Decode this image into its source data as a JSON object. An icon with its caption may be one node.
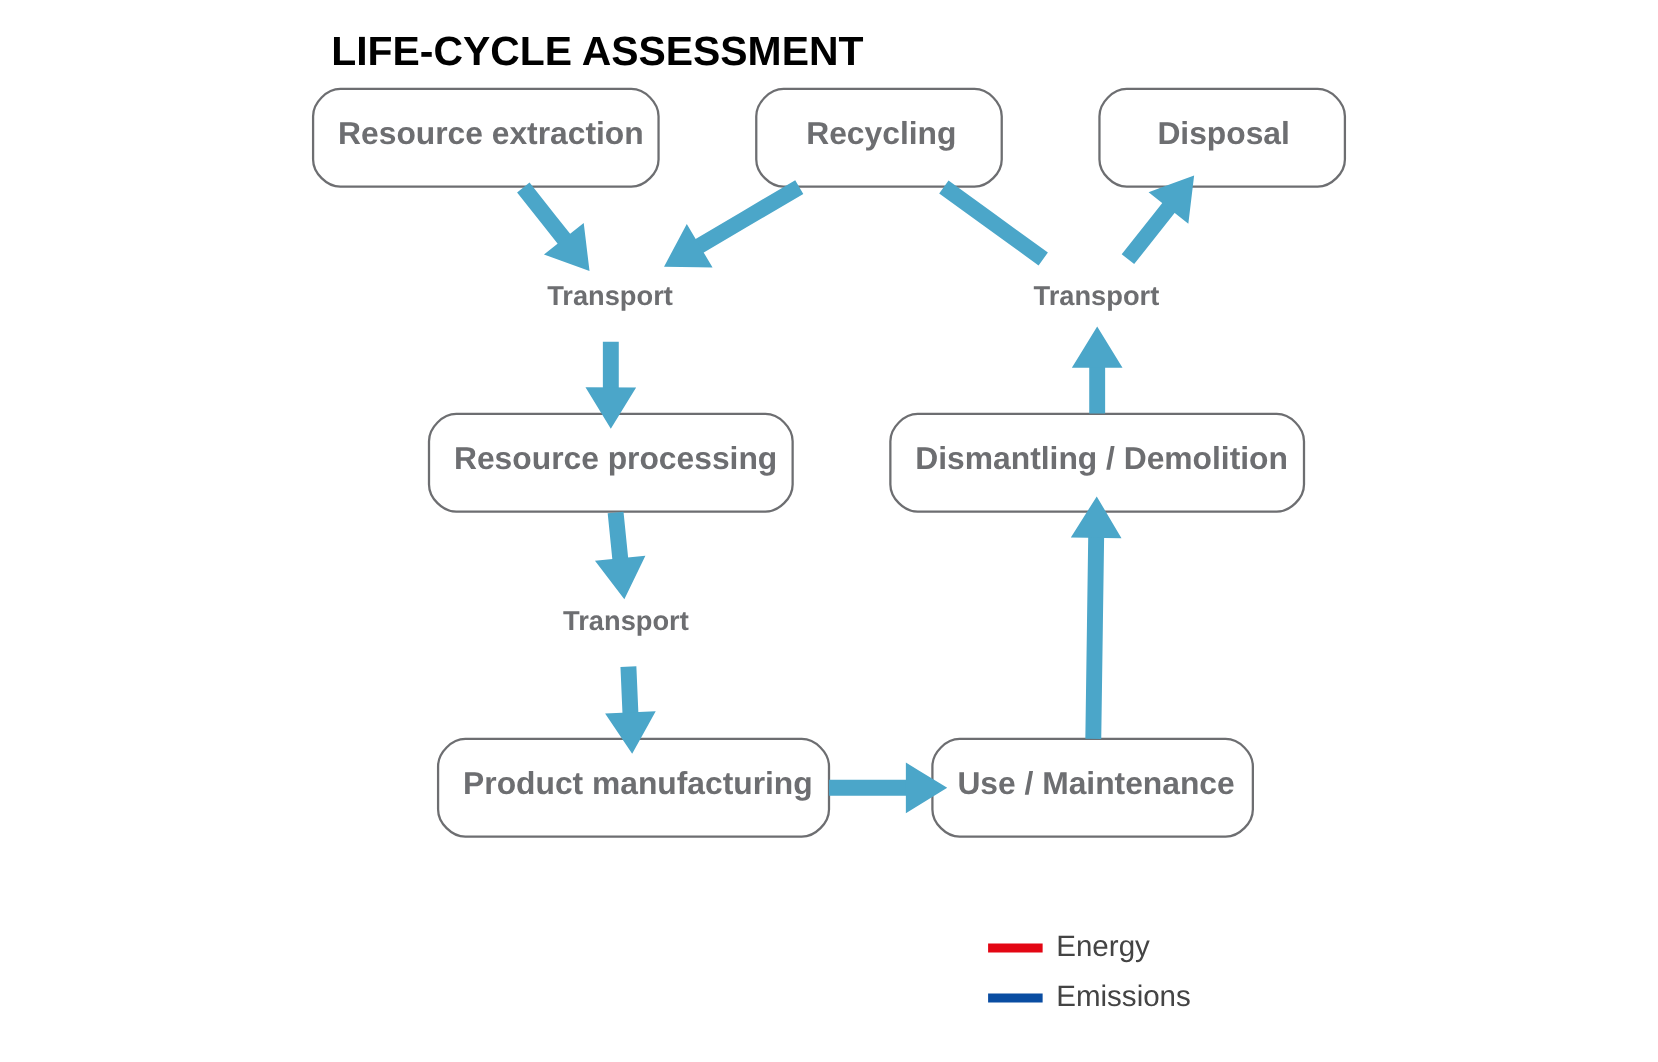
{
  "diagram": {
    "title": "LIFE-CYCLE ASSESSMENT",
    "nodes": [
      {
        "text": [
          "Disposal"
        ]
      },
      {
        "text": [
          "Resource extraction"
        ]
      },
      {
        "text": [
          "Recycling"
        ]
      },
      {
        "text": [
          "Transport"
        ]
      },
      {
        "text": [
          "Transport"
        ]
      },
      {
        "text": [
          "Resource processing"
        ]
      },
      {
        "text": [
          "Dismantling / Demolition"
        ]
      },
      {
        "text": [
          "Transport"
        ]
      },
      {
        "text": [
          "Product manufacturing"
        ]
      },
      {
        "text": [
          "Use / Maintenance"
        ]
      }
    ],
    "edges": [
      {
        "from": 1,
        "to": 4,
        "arrow": "to"
      },
      {
        "from": 2,
        "to": 4,
        "arrow": "to"
      },
      {
        "from": 4,
        "to": 5,
        "arrow": "to"
      },
      {
        "from": 5,
        "to": 7,
        "arrow": "to"
      },
      {
        "from": 7,
        "to": 8,
        "arrow": "to"
      },
      {
        "from": 8,
        "to": 9,
        "arrow": "to"
      },
      {
        "from": 9,
        "to": 6,
        "arrow": "to"
      },
      {
        "from": 6,
        "to": 3,
        "arrow": "to"
      },
      {
        "from": 3,
        "to": 0,
        "arrow": "to"
      },
      {
        "from": 3,
        "to": 2,
        "arrow": "none"
      }
    ],
    "legend": [
      {
        "text": "Energy",
        "color": "#e30613"
      },
      {
        "text": "Emissions",
        "color": "#0a4da2"
      }
    ]
  }
}
